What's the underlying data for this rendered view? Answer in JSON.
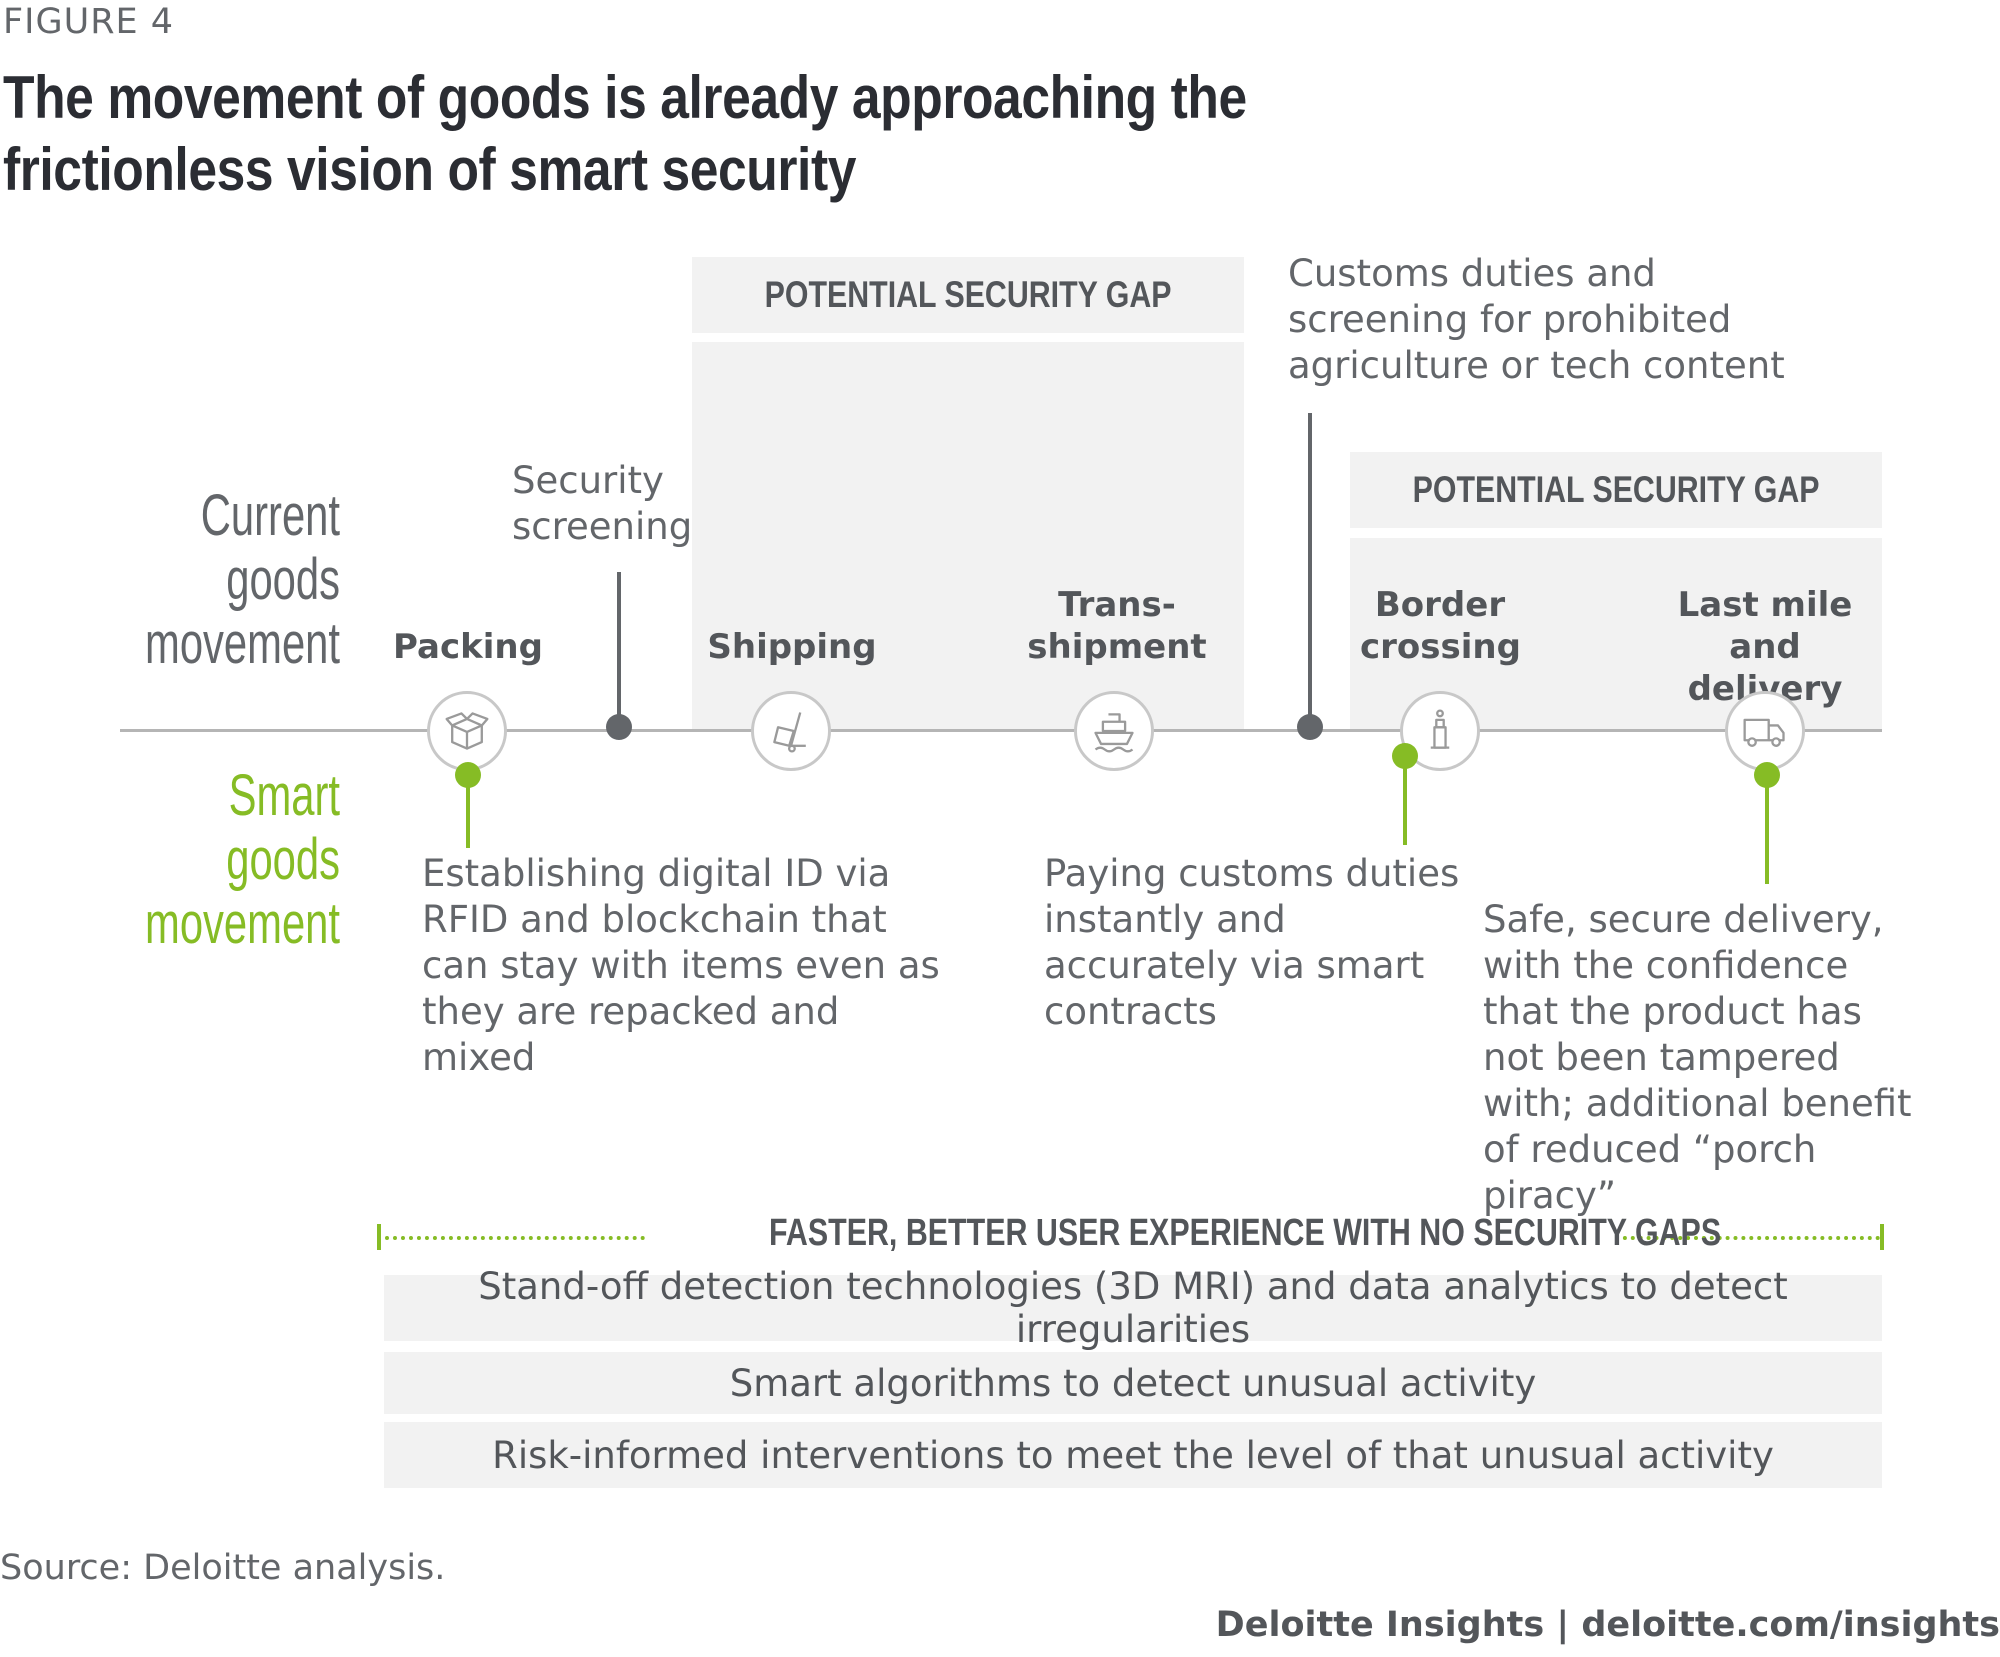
{
  "figure_label": "FIGURE 4",
  "title": "The movement of goods is already approaching the frictionless vision of smart security",
  "row_labels": {
    "current": "Current goods movement",
    "smart": "Smart goods movement"
  },
  "gaps": [
    {
      "label": "POTENTIAL SECURITY GAP"
    },
    {
      "label": "POTENTIAL SECURITY GAP"
    }
  ],
  "checkpoints": [
    {
      "label": "Security screening"
    },
    {
      "label": "Customs duties and screening for prohibited agriculture or tech content"
    }
  ],
  "stages": [
    {
      "label": "Packing",
      "icon": "box-icon"
    },
    {
      "label": "Shipping",
      "icon": "hand-truck-icon"
    },
    {
      "label": "Trans-shipment",
      "icon": "ship-icon"
    },
    {
      "label": "Border crossing",
      "icon": "border-tower-icon"
    },
    {
      "label": "Last mile and delivery",
      "icon": "delivery-truck-icon"
    }
  ],
  "smart_notes": [
    {
      "text": "Establishing digital ID via RFID and blockchain that can stay with items even as they are repacked and mixed"
    },
    {
      "text": "Paying customs duties instantly and accurately via smart contracts"
    },
    {
      "text": "Safe, secure delivery, with the confidence that the product has not been tampered with; additional benefit of reduced “porch piracy”"
    }
  ],
  "benefits": {
    "heading": "FASTER, BETTER USER EXPERIENCE WITH NO SECURITY GAPS",
    "items": [
      "Stand-off detection technologies (3D MRI) and data analytics to detect irregularities",
      "Smart algorithms to detect unusual activity",
      "Risk-informed interventions to meet the level of that unusual activity"
    ]
  },
  "source": "Source: Deloitte analysis.",
  "footer": "Deloitte Insights | deloitte.com/insights",
  "colors": {
    "green": "#86bc25",
    "dark_text": "#2b2d33",
    "gray_text": "#63666a",
    "panel": "#f2f2f2",
    "line": "#b5b5b5"
  }
}
